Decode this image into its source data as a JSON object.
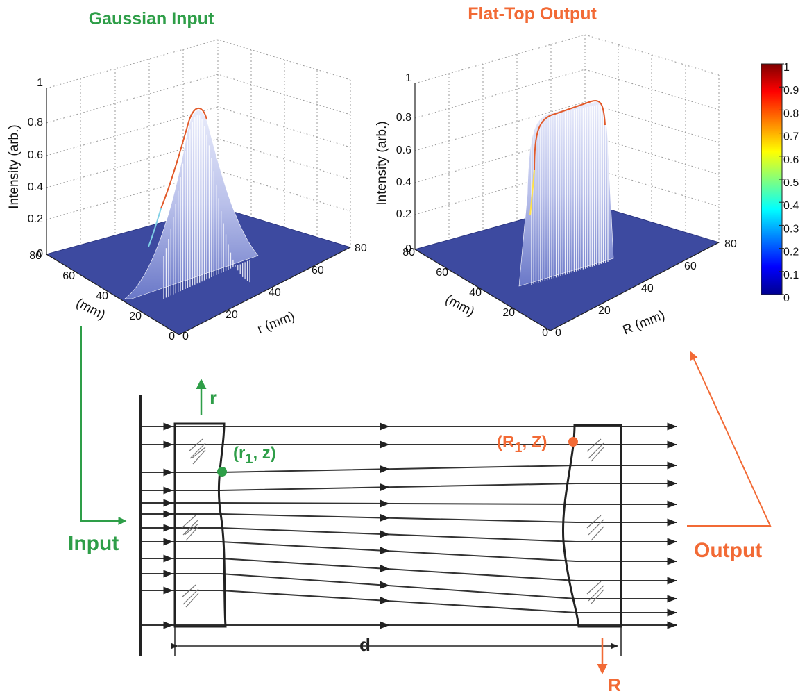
{
  "colors": {
    "green": "#2e9e48",
    "orange": "#f26a35",
    "surface_floor": "#3d4aa0",
    "colormap": [
      "#00008f",
      "#0000ff",
      "#00ffff",
      "#ffff00",
      "#ff0000",
      "#800000"
    ]
  },
  "plots": {
    "left": {
      "title": "Gaussian Input",
      "zlabel": "Intensity (arb.)",
      "ylabel": "(mm)",
      "xlabel": "r (mm)",
      "zticks": [
        "0",
        "0.2",
        "0.4",
        "0.6",
        "0.8",
        "1"
      ],
      "yticks": [
        "0",
        "20",
        "40",
        "60",
        "80"
      ],
      "xticks": [
        "0",
        "20",
        "40",
        "60",
        "80"
      ]
    },
    "right": {
      "title": "Flat-Top Output",
      "zlabel": "Intensity (arb.)",
      "ylabel": "(mm)",
      "xlabel": "R (mm)",
      "zticks": [
        "0",
        "0.2",
        "0.4",
        "0.6",
        "0.8",
        "1"
      ],
      "yticks": [
        "0",
        "20",
        "40",
        "60",
        "80"
      ],
      "xticks": [
        "0",
        "20",
        "40",
        "60",
        "80"
      ]
    }
  },
  "colorbar": {
    "ticks": [
      "0",
      "0.1",
      "0.2",
      "0.3",
      "0.4",
      "0.5",
      "0.6",
      "0.7",
      "0.8",
      "0.9",
      "1"
    ],
    "range": [
      0,
      1
    ]
  },
  "diagram": {
    "input_label": "Input",
    "output_label": "Output",
    "r_axis": "r",
    "R_axis": "R",
    "point_in": {
      "prefix": "(r",
      "sub": "1",
      "suffix": ", z)"
    },
    "point_out": {
      "prefix": "(R",
      "sub": "1",
      "suffix": ", Z)"
    },
    "distance_label": "d"
  },
  "chart_data": [
    {
      "type": "surface",
      "title": "Gaussian Input",
      "zlabel": "Intensity (arb.)",
      "xlabel": "r (mm)",
      "ylabel": "(mm)",
      "xlim": [
        0,
        80
      ],
      "ylim": [
        0,
        80
      ],
      "zlim": [
        0,
        1
      ],
      "profile": "gaussian",
      "peak_intensity": 0.85
    },
    {
      "type": "surface",
      "title": "Flat-Top Output",
      "zlabel": "Intensity (arb.)",
      "xlabel": "R (mm)",
      "ylabel": "(mm)",
      "xlim": [
        0,
        80
      ],
      "ylim": [
        0,
        80
      ],
      "zlim": [
        0,
        1
      ],
      "profile": "flat-top",
      "peak_intensity": 0.86
    }
  ]
}
